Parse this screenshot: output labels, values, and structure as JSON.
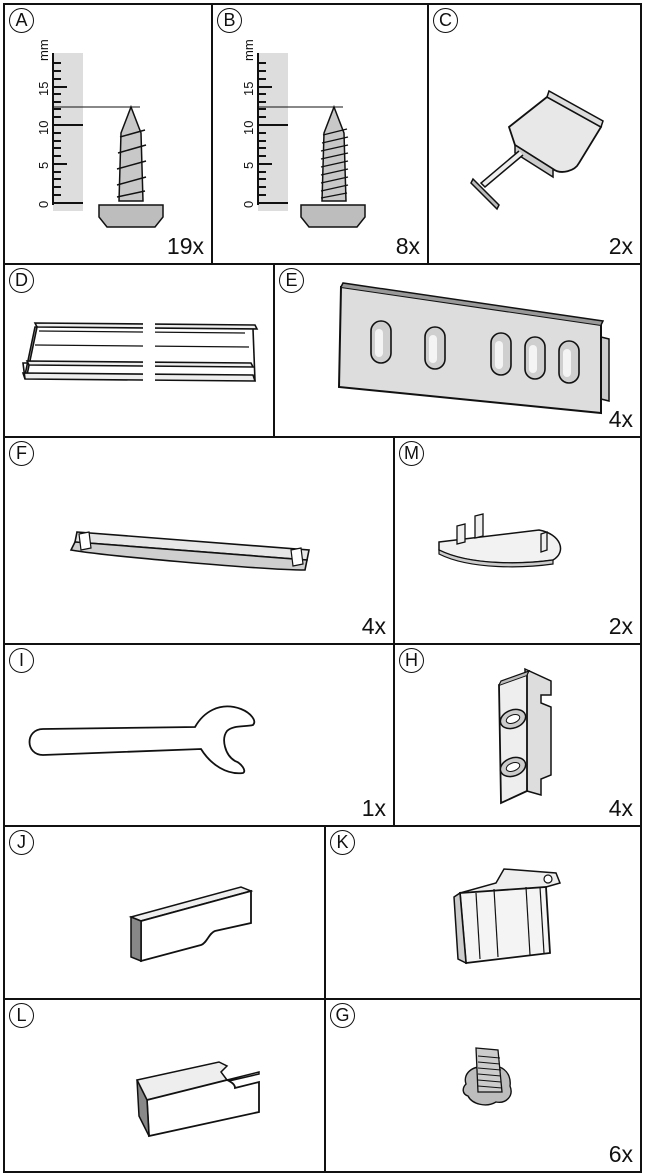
{
  "panels": [
    {
      "id": "A",
      "label": "A",
      "qty": "19x",
      "icon": "screw-short-icon"
    },
    {
      "id": "B",
      "label": "B",
      "qty": "8x",
      "icon": "screw-fine-thread-icon"
    },
    {
      "id": "C",
      "label": "C",
      "qty": "2x",
      "icon": "clip-cap-icon"
    },
    {
      "id": "D",
      "label": "D",
      "qty": "",
      "icon": "rail-profile-icon"
    },
    {
      "id": "E",
      "label": "E",
      "qty": "4x",
      "icon": "slotted-plate-icon"
    },
    {
      "id": "F",
      "label": "F",
      "qty": "4x",
      "icon": "strip-bar-icon"
    },
    {
      "id": "M",
      "label": "M",
      "qty": "2x",
      "icon": "bracket-plate-icon"
    },
    {
      "id": "I",
      "label": "I",
      "qty": "1x",
      "icon": "wrench-icon"
    },
    {
      "id": "H",
      "label": "H",
      "qty": "4x",
      "icon": "hinge-bracket-icon"
    },
    {
      "id": "J",
      "label": "J",
      "qty": "",
      "icon": "spacer-block-icon"
    },
    {
      "id": "K",
      "label": "K",
      "qty": "",
      "icon": "cover-clip-icon"
    },
    {
      "id": "L",
      "label": "L",
      "qty": "",
      "icon": "notched-block-icon"
    },
    {
      "id": "G",
      "label": "G",
      "qty": "6x",
      "icon": "plug-insert-icon"
    }
  ],
  "ruler": {
    "unit": "mm",
    "ticks": [
      "0",
      "5",
      "10",
      "15"
    ]
  }
}
